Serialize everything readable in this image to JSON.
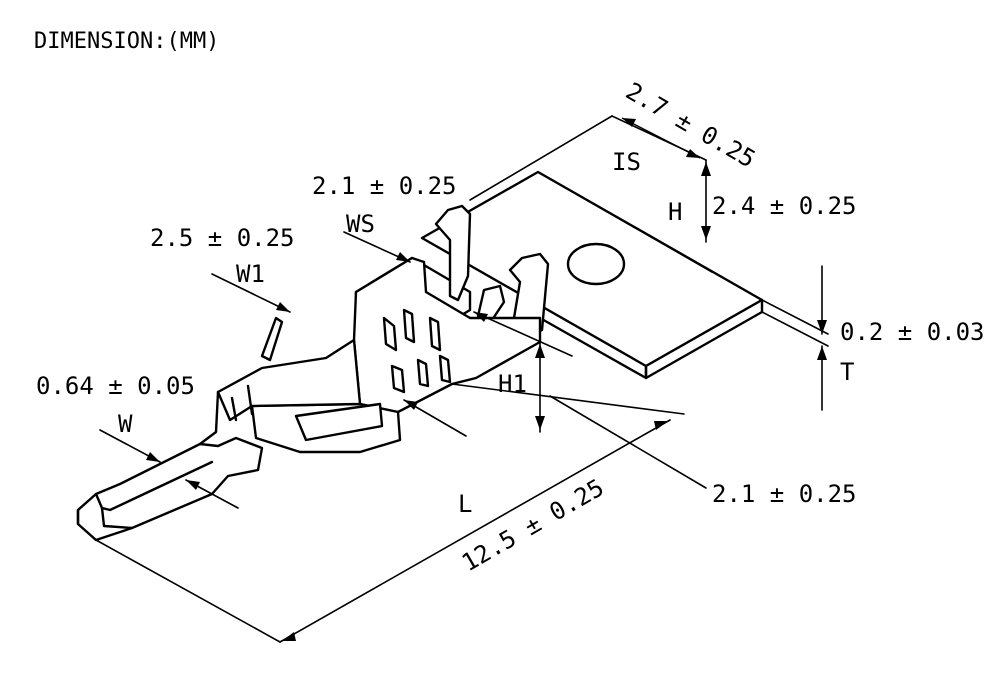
{
  "header": "DIMENSION:(MM)",
  "dims": {
    "is_value": "2.7 ± 0.25",
    "is_label": "IS",
    "h_value": "2.4 ± 0.25",
    "h_label": "H",
    "t_value": "0.2 ± 0.03",
    "t_label": "T",
    "ws_value": "2.1 ± 0.25",
    "ws_label": "WS",
    "w1_value": "2.5 ± 0.25",
    "w1_label": "W1",
    "w_value": "0.64 ± 0.05",
    "w_label": "W",
    "h1_label": "H1",
    "h1_value": "2.1 ± 0.25",
    "l_label": "L",
    "l_value": "12.5 ± 0.25"
  }
}
